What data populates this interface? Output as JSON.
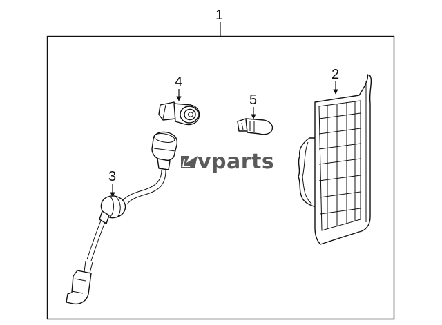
{
  "callouts": {
    "c1": "1",
    "c2": "2",
    "c3": "3",
    "c4": "4",
    "c5": "5"
  },
  "watermark": {
    "text": "vparts",
    "logo_icon": "lv-logo-icon",
    "color": "#5a5a5a"
  },
  "colors": {
    "line": "#111111",
    "background": "#ffffff"
  }
}
